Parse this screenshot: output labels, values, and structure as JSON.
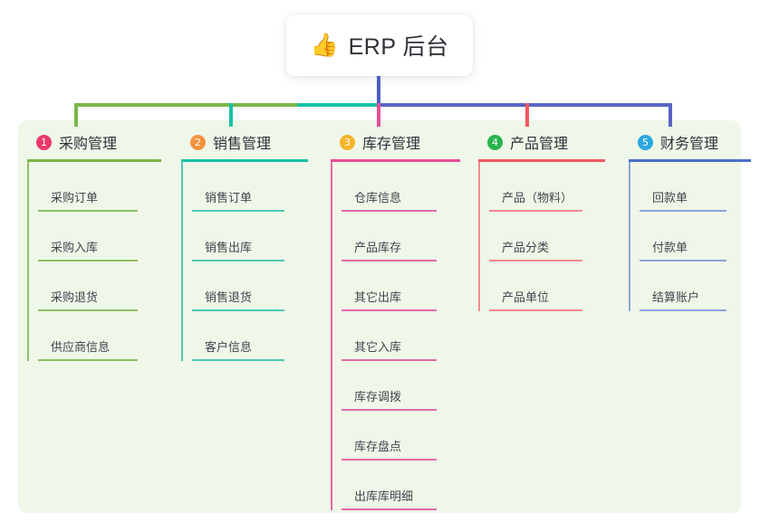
{
  "diagram": {
    "root": {
      "icon": "thumbs-up-icon",
      "icon_glyph": "👍",
      "label": "ERP 后台"
    },
    "panel_color": "#eff7e9",
    "connectors": {
      "stem_color": "#4c5bc2",
      "bus_segments": [
        "#7ab648",
        "#17c1a4",
        "#5964c6"
      ],
      "stub_colors": [
        "#7ab648",
        "#17c1a4",
        "#e84d97",
        "#f3585e",
        "#5964c6"
      ]
    },
    "columns": [
      {
        "number": "1",
        "title": "采购管理",
        "badge_color": "#ea3a6b",
        "rule_color": "#7ab648",
        "leaf_color": "#8cc063",
        "items": [
          "采购订单",
          "采购入库",
          "采购退货",
          "供应商信息"
        ]
      },
      {
        "number": "2",
        "title": "销售管理",
        "badge_color": "#f5923e",
        "rule_color": "#17c1a4",
        "leaf_color": "#4cc8b4",
        "items": [
          "销售订单",
          "销售出库",
          "销售退货",
          "客户信息"
        ]
      },
      {
        "number": "3",
        "title": "库存管理",
        "badge_color": "#f5b52a",
        "rule_color": "#e84d97",
        "leaf_color": "#e569a8",
        "items": [
          "仓库信息",
          "产品库存",
          "其它出库",
          "其它入库",
          "库存调拨",
          "库存盘点",
          "出库库明细"
        ]
      },
      {
        "number": "4",
        "title": "产品管理",
        "badge_color": "#28b44d",
        "rule_color": "#f3585e",
        "leaf_color": "#f4888c",
        "items": [
          "产品（物料）",
          "产品分类",
          "产品单位"
        ]
      },
      {
        "number": "5",
        "title": "财务管理",
        "badge_color": "#2ba7e0",
        "rule_color": "#4a6fc9",
        "leaf_color": "#8ba3dc",
        "items": [
          "回款单",
          "付款单",
          "结算账户"
        ]
      }
    ]
  }
}
